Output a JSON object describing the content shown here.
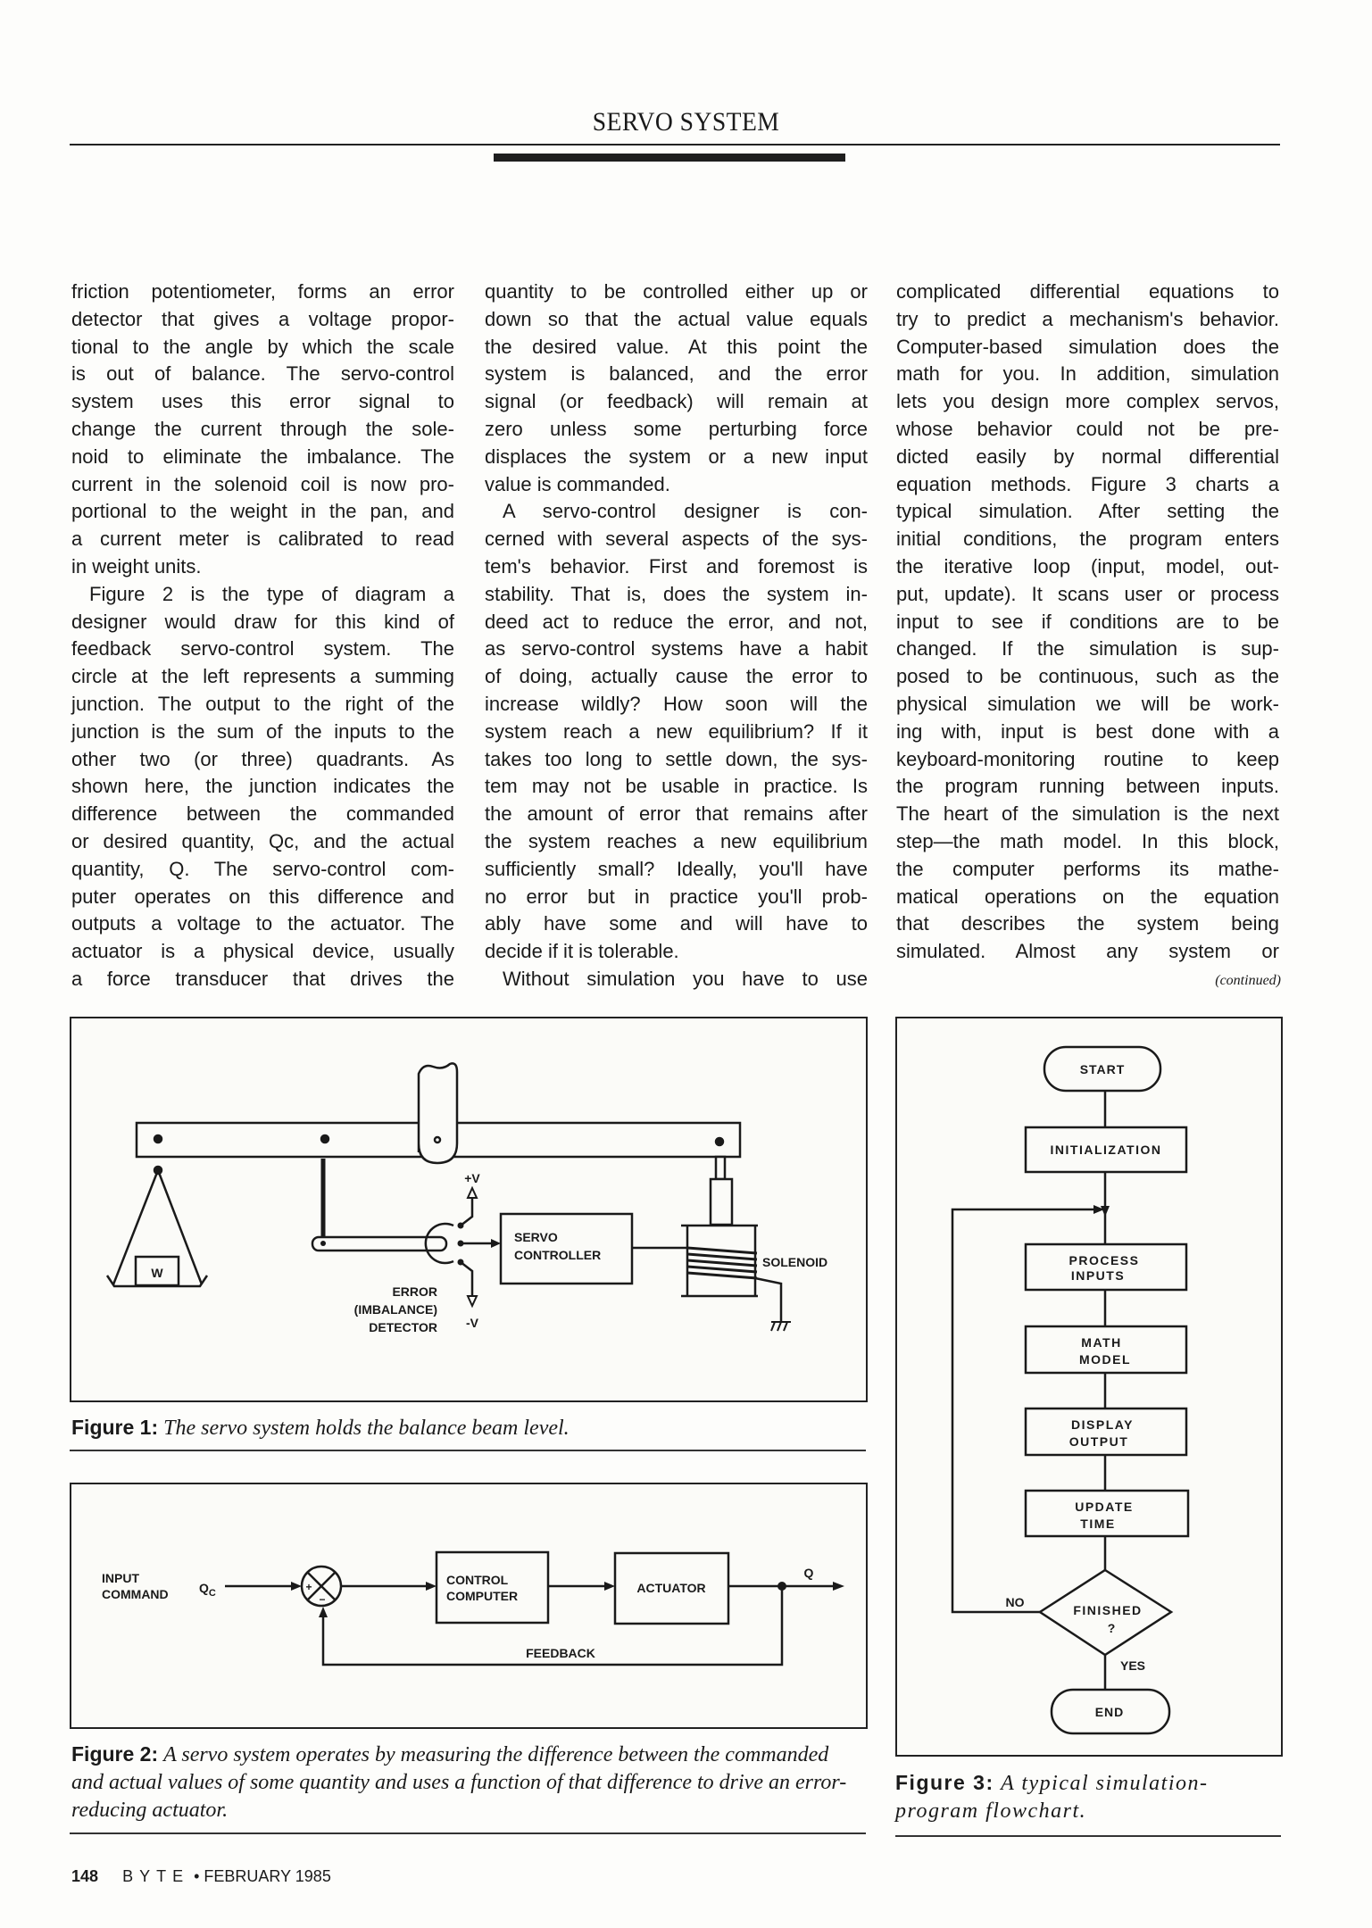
{
  "header": {
    "title": "SERVO SYSTEM"
  },
  "columns": [
    {
      "paragraphs": [
        {
          "indent": false,
          "ends": true,
          "lines": [
            "friction potentiometer, forms an error",
            "detector that gives a voltage propor-",
            "tional to the angle by which the scale",
            "is out of balance. The servo-control",
            "system uses this error signal to",
            "change the current through the sole-",
            "noid to eliminate the imbalance. The",
            "current in the solenoid coil is now pro-",
            "portional to the weight in the pan, and",
            "a current meter is calibrated to read",
            "in weight units."
          ]
        },
        {
          "indent": true,
          "ends": false,
          "lines": [
            "Figure 2 is the type of diagram a",
            "designer would draw for this kind of",
            "feedback servo-control system. The",
            "circle at the left represents a summing",
            "junction. The output to the right of the",
            "junction is the sum of the inputs to the",
            "other two (or three) quadrants. As",
            "shown here, the junction indicates the",
            "difference between the commanded",
            "or desired quantity, Qc, and the actual",
            "quantity, Q. The servo-control com-",
            "puter operates on this difference and",
            "outputs a voltage to the actuator. The",
            "actuator is a physical device, usually",
            "a force transducer that drives the"
          ]
        }
      ]
    },
    {
      "paragraphs": [
        {
          "indent": false,
          "ends": true,
          "lines": [
            "quantity to be controlled either up or",
            "down so that the actual value equals",
            "the desired value. At this point the",
            "system is balanced, and the error",
            "signal (or feedback) will remain at",
            "zero unless some perturbing force",
            "displaces the system or a new input",
            "value is commanded."
          ]
        },
        {
          "indent": true,
          "ends": true,
          "lines": [
            "A servo-control designer is con-",
            "cerned with several aspects of the sys-",
            "tem's behavior. First and foremost is",
            "stability. That is, does the system in-",
            "deed act to reduce the error, and not,",
            "as servo-control systems have a habit",
            "of doing, actually cause the error to",
            "increase wildly? How soon will the",
            "system reach a new equilibrium? If it",
            "takes too long to settle down, the sys-",
            "tem may not be usable in practice. Is",
            "the amount of error that remains after",
            "the system reaches a new equilibrium",
            "sufficiently small? Ideally, you'll have",
            "no error but in practice you'll prob-",
            "ably have some and will have to",
            "decide if it is tolerable."
          ]
        },
        {
          "indent": true,
          "ends": false,
          "lines": [
            "Without simulation you have to use"
          ]
        }
      ]
    },
    {
      "paragraphs": [
        {
          "indent": false,
          "ends": false,
          "lines": [
            "complicated differential equations to",
            "try to predict a mechanism's behavior.",
            "Computer-based simulation does the",
            "math for you. In addition, simulation",
            "lets you design more complex servos,",
            "whose behavior could not be pre-",
            "dicted easily by normal differential",
            "equation methods. Figure 3 charts a",
            "typical simulation. After setting the",
            "initial conditions, the program enters",
            "the iterative loop (input, model, out-",
            "put, update). It scans user or process",
            "input to see if conditions are to be",
            "changed. If the simulation is sup-",
            "posed to be continuous, such as the",
            "physical simulation we will be work-",
            "ing with, input is best done with a",
            "keyboard-monitoring routine to keep",
            "the program running between inputs.",
            "The heart of the simulation is the next",
            "step—the math model. In this block,",
            "the computer performs its mathe-",
            "matical operations on the equation",
            "that describes the system being",
            "simulated. Almost any system or"
          ]
        }
      ]
    }
  ],
  "continued": "(continued)",
  "figure1": {
    "weight": "W",
    "plus_v": "+V",
    "minus_v": "-V",
    "servo": "SERVO",
    "controller": "CONTROLLER",
    "solenoid": "SOLENOID",
    "detector_lines": [
      "ERROR",
      "(IMBALANCE)",
      "DETECTOR"
    ],
    "caption_label": "Figure 1:",
    "caption_text": "The servo system holds the balance beam level."
  },
  "figure2": {
    "input": "INPUT",
    "command": "COMMAND",
    "qc": "Q",
    "qc_sub": "C",
    "plus": "+",
    "minus": "−",
    "control": "CONTROL",
    "computer": "COMPUTER",
    "actuator": "ACTUATOR",
    "q": "Q",
    "feedback": "FEEDBACK",
    "caption_label": "Figure 2:",
    "caption_text": "A servo system operates by measuring the difference between the commanded and actual values of some quantity and uses a function of that difference to drive an error-reducing actuator."
  },
  "figure3": {
    "start": "START",
    "initialization": "INITIALIZATION",
    "process": [
      "PROCESS",
      "INPUTS"
    ],
    "math": [
      "MATH",
      "MODEL"
    ],
    "display": [
      "DISPLAY",
      "OUTPUT"
    ],
    "update": [
      "UPDATE",
      "TIME"
    ],
    "finished": [
      "FINISHED",
      "?"
    ],
    "no": "NO",
    "yes": "YES",
    "end": "END",
    "caption_label": "Figure 3:",
    "caption_text": "A typical simulation-program flowchart."
  },
  "footer": {
    "page": "148",
    "magazine": "BYTE",
    "separator": "•",
    "date": "FEBRUARY 1985"
  }
}
